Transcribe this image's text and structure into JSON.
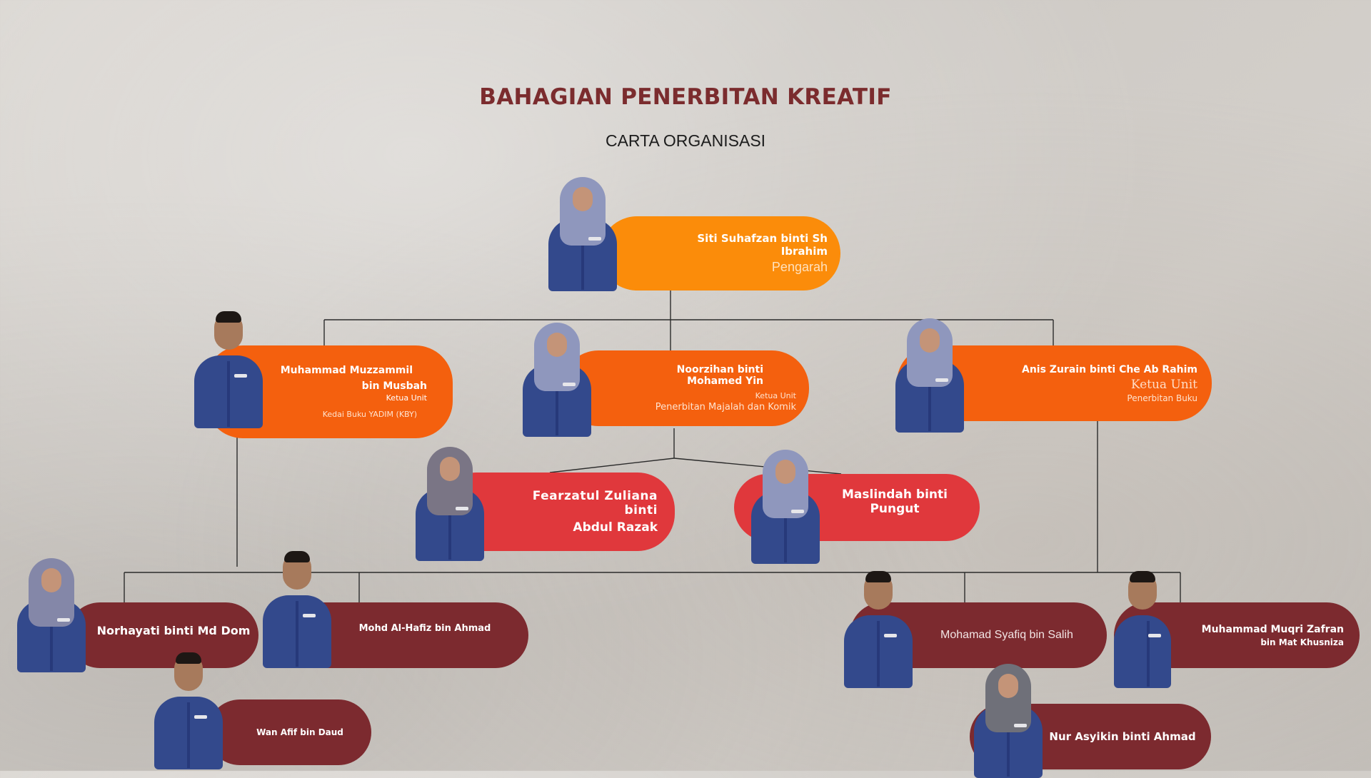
{
  "header": {
    "title": "BAHAGIAN PENERBITAN KREATIF",
    "subtitle": "CARTA ORGANISASI"
  },
  "colors": {
    "title": "#7b2c2e",
    "director_pill": "#fb8c0a",
    "unit_head_pill": "#f4600e",
    "staff_red_pill": "#e0383c",
    "staff_maroon_pill": "#7c2a2f",
    "uniform": "#33498c",
    "hijab": "#8f97bd",
    "connector": "#2b2b2b"
  },
  "nodes": {
    "director": {
      "name": "Siti Suhafzan binti Sh Ibrahim",
      "role": "Pengarah"
    },
    "head_kby": {
      "name_line1": "Muhammad Muzzammil",
      "name_line2": "bin Musbah",
      "role": "Ketua Unit",
      "unit": "Kedai Buku YADIM (KBY)"
    },
    "head_majalah": {
      "name": "Noorzihan binti Mohamed Yin",
      "role": "Ketua Unit",
      "unit": "Penerbitan Majalah dan Komik"
    },
    "head_buku": {
      "name": "Anis Zurain binti Che Ab Rahim",
      "role": "Ketua Unit",
      "unit": "Penerbitan Buku"
    },
    "fearzatul": {
      "name_line1": "Fearzatul Zuliana binti",
      "name_line2": "Abdul Razak"
    },
    "maslindah": {
      "name": "Maslindah binti Pungut"
    },
    "norhayati": {
      "name": "Norhayati binti Md Dom"
    },
    "mohd_alhafiz": {
      "name": "Mohd Al-Hafiz bin Ahmad"
    },
    "wan_afif": {
      "name": "Wan Afif bin Daud"
    },
    "syafiq": {
      "name": "Mohamad Syafiq bin Salih"
    },
    "muqri": {
      "name_line1": "Muhammad Muqri Zafran",
      "name_line2": "bin Mat Khusniza"
    },
    "nur_asyikin": {
      "name": "Nur Asyikin binti Ahmad"
    }
  }
}
